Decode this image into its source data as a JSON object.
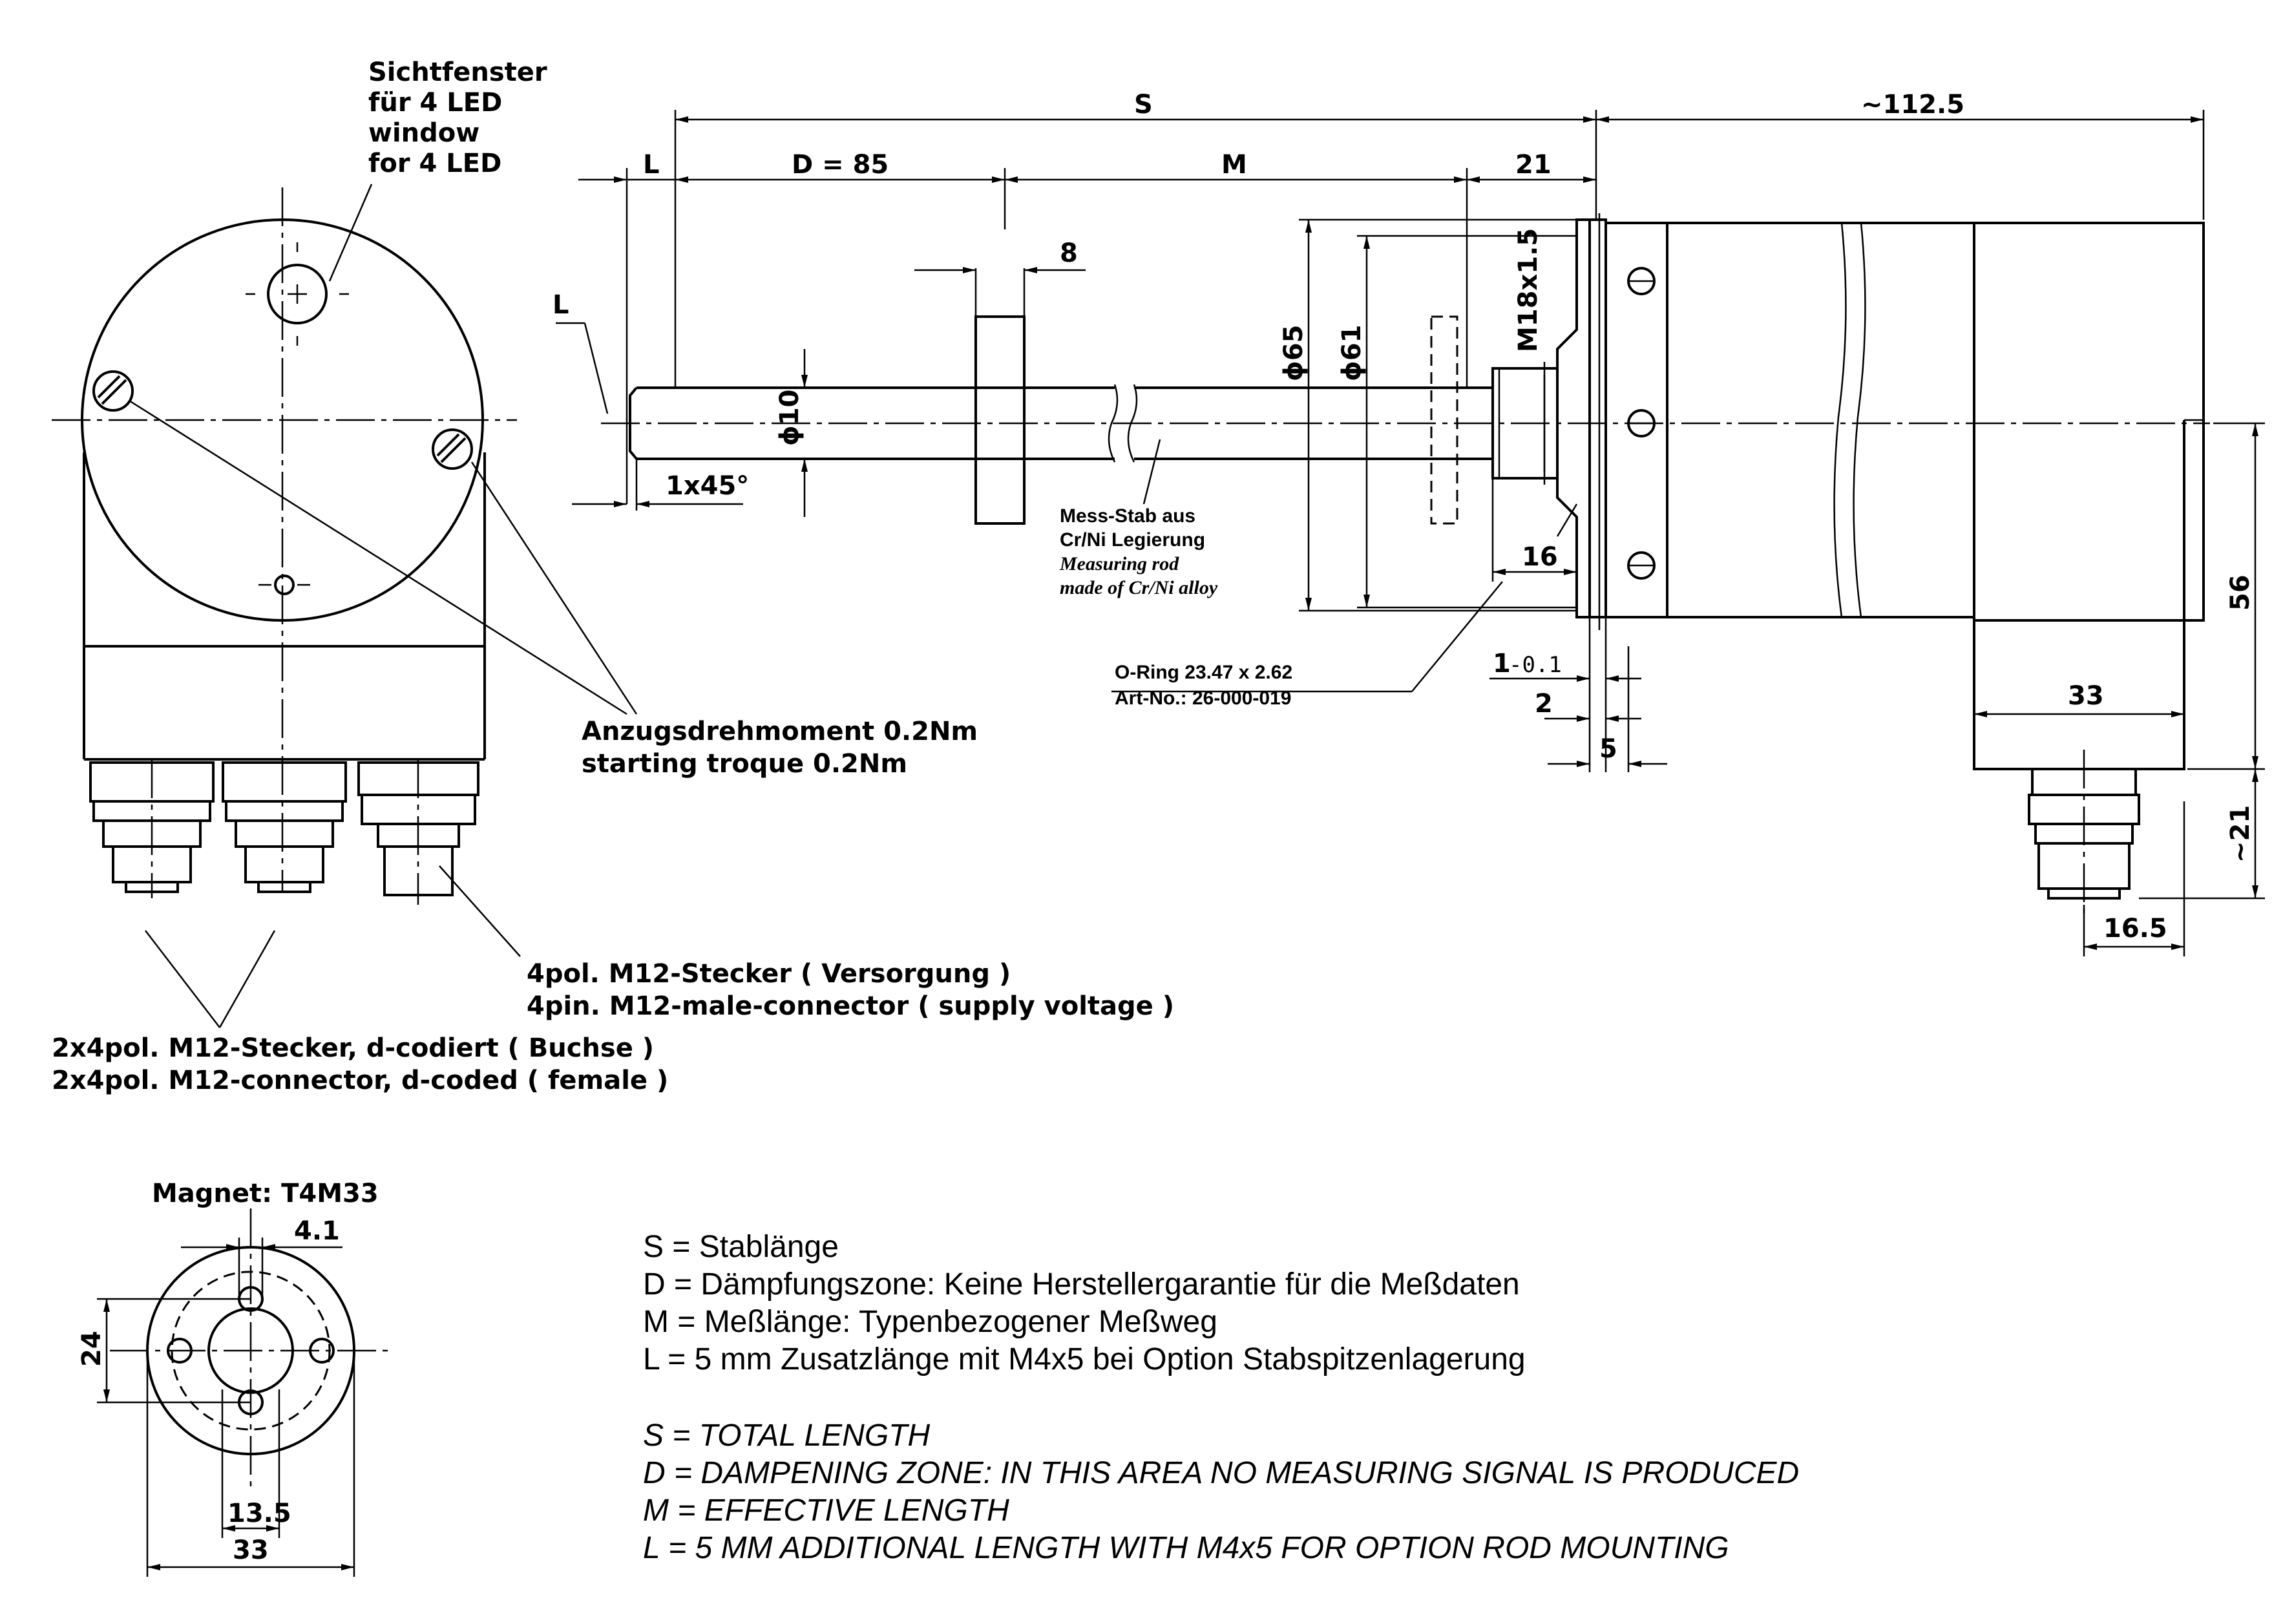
{
  "front_view": {
    "led_window_de": "Sichtfenster",
    "led_window_de2": "für 4 LED",
    "led_window_en": "window",
    "led_window_en2": "for 4 LED",
    "torque_de": "Anzugsdrehmoment 0.2Nm",
    "torque_en": "starting troque 0.2Nm",
    "supply_de": "4pol. M12-Stecker ( Versorgung )",
    "supply_en": "4pin. M12-male-connector ( supply voltage )",
    "bus_de": "2x4pol. M12-Stecker, d-codiert ( Buchse )",
    "bus_en": "2x4pol. M12-connector, d-coded ( female )"
  },
  "side_view": {
    "dim_s": "S",
    "dim_total": "~112.5",
    "dim_l_top": "L",
    "dim_d": "D = 85",
    "dim_m": "M",
    "dim_21": "21",
    "dim_8": "8",
    "dim_l_tip": "L",
    "dim_phi10": "ϕ10",
    "dim_chamfer": "1x45°",
    "dim_phi65": "ϕ65",
    "dim_phi61": "ϕ61",
    "dim_thread": "M18x1.5",
    "dim_16": "16",
    "rod_note_de1": "Mess-Stab aus",
    "rod_note_de2": "Cr/Ni Legierung",
    "rod_note_en1": "Measuring rod",
    "rod_note_en2": "made of Cr/Ni alloy",
    "oring_1": "O-Ring 23.47 x 2.62",
    "oring_2": "Art-No.: 26-000-019",
    "dim_1": "1",
    "dim_1_tol": "-0.1",
    "dim_2": "2",
    "dim_5": "5",
    "dim_33": "33",
    "dim_56": "56",
    "dim_21_side": "~21",
    "dim_16_5": "16.5"
  },
  "magnet": {
    "title": "Magnet: T4M33",
    "dim_4_1": "4.1",
    "dim_24": "24",
    "dim_13_5": "13.5",
    "dim_33": "33"
  },
  "legend": {
    "de": [
      "S = Stablänge",
      "D = Dämpfungszone: Keine Herstellergarantie für die Meßdaten",
      "M = Meßlänge: Typenbezogener Meßweg",
      "L = 5 mm Zusatzlänge mit M4x5 bei Option Stabspitzenlagerung"
    ],
    "en": [
      "S = TOTAL LENGTH",
      "D = DAMPENING ZONE: IN THIS AREA NO MEASURING SIGNAL IS PRODUCED",
      "M = EFFECTIVE LENGTH",
      "L = 5 MM ADDITIONAL LENGTH WITH M4x5 FOR OPTION ROD MOUNTING"
    ]
  }
}
